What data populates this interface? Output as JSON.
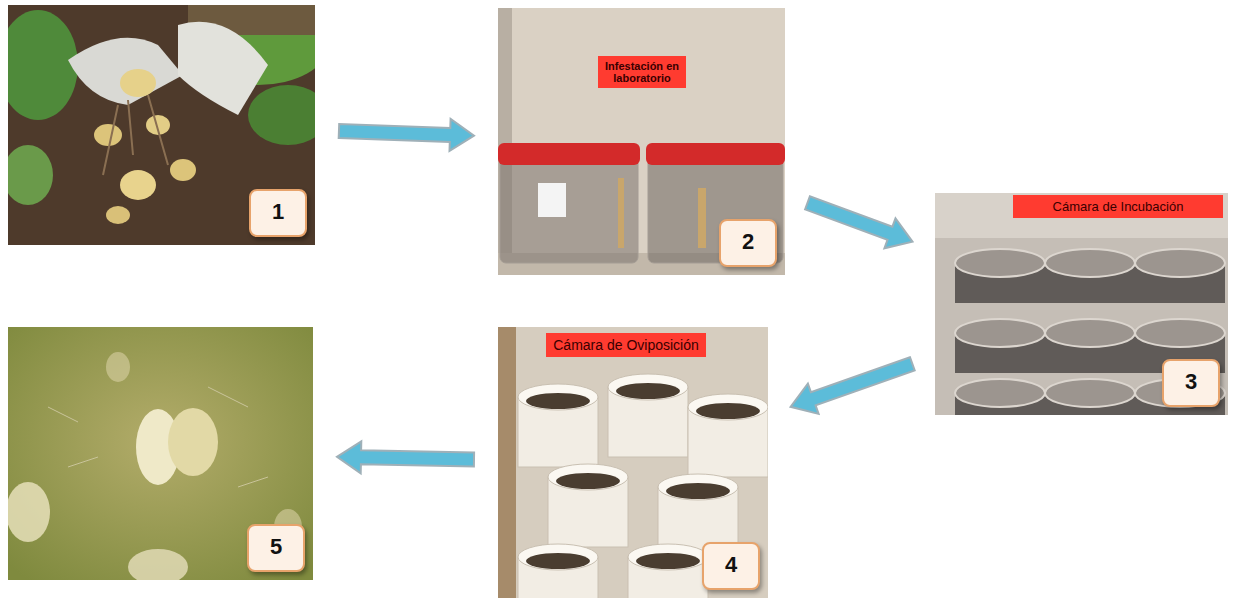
{
  "diagram": {
    "nodes": [
      {
        "text": [
          "1"
        ]
      },
      {
        "text": [
          "2"
        ]
      },
      {
        "text": [
          "Infestación en laboratorio"
        ],
        "in": 1
      },
      {
        "text": [
          "3"
        ]
      },
      {
        "text": [
          "Cámara de Incubación"
        ],
        "in": 3
      },
      {
        "text": [
          "4"
        ]
      },
      {
        "text": [
          "Cámara de Oviposición"
        ],
        "in": 5
      },
      {
        "text": [
          "5"
        ]
      }
    ],
    "edges": [
      {
        "from": 0,
        "to": 1,
        "arrow": "to"
      },
      {
        "from": 1,
        "to": 3,
        "arrow": "to"
      },
      {
        "from": 3,
        "to": 5,
        "arrow": "to"
      },
      {
        "from": 5,
        "to": 7,
        "arrow": "to"
      }
    ]
  }
}
